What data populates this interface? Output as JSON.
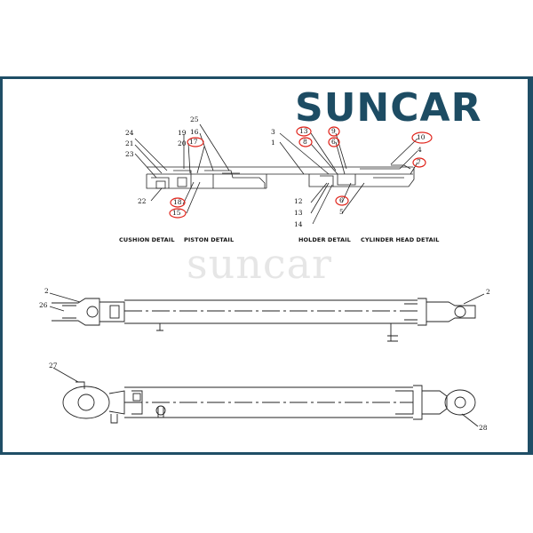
{
  "brand": {
    "logo_text": "SUNCAR",
    "watermark_text": "suncar",
    "accent": "#1d4c63",
    "highlight": "#e0241b"
  },
  "captions": [
    "CUSHION DETAIL",
    "PISTON DETAIL",
    "HOLDER DETAIL",
    "CYLINDER HEAD DETAIL"
  ],
  "callouts": {
    "n25": "25",
    "n16": "16",
    "n19": "19",
    "n24": "24",
    "n21": "21",
    "n20": "20",
    "n23": "23",
    "n17": "17",
    "n22": "22",
    "n18": "18",
    "n15a": "15",
    "n3": "3",
    "n1": "1",
    "n13a": "13",
    "n8a": "8",
    "n9": "9",
    "n6a": "6",
    "n10": "10",
    "n4": "4",
    "n7": "7",
    "n12": "12",
    "n13b": "13",
    "n14": "14",
    "n6b": "6",
    "n5": "5",
    "n2a": "2",
    "n26": "26",
    "n2b": "2",
    "n27": "27",
    "n28": "28"
  }
}
